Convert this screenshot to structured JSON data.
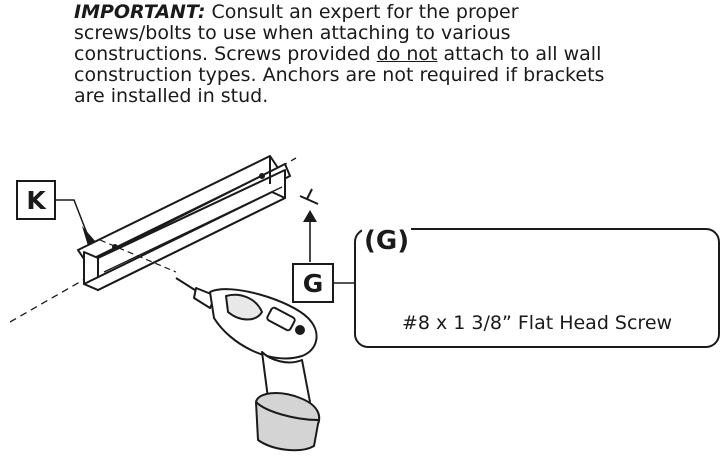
{
  "notice": {
    "prefix": "IMPORTANT:",
    "part1": " Consult an expert for the proper screws/bolts to use when attaching to various constructions. Screws provided ",
    "underlined": "do not",
    "part2": " attach to all wall construction types. Anchors are not required if brackets are installed in stud."
  },
  "labels": {
    "bracket": "K",
    "screw": "G"
  },
  "callout": {
    "tag": "(G)",
    "caption": "#8 x 1 3/8” Flat Head Screw"
  },
  "icons": [
    "phillips-head-icon",
    "screw-icon",
    "drill-icon",
    "bracket-icon",
    "arrow-icon"
  ]
}
